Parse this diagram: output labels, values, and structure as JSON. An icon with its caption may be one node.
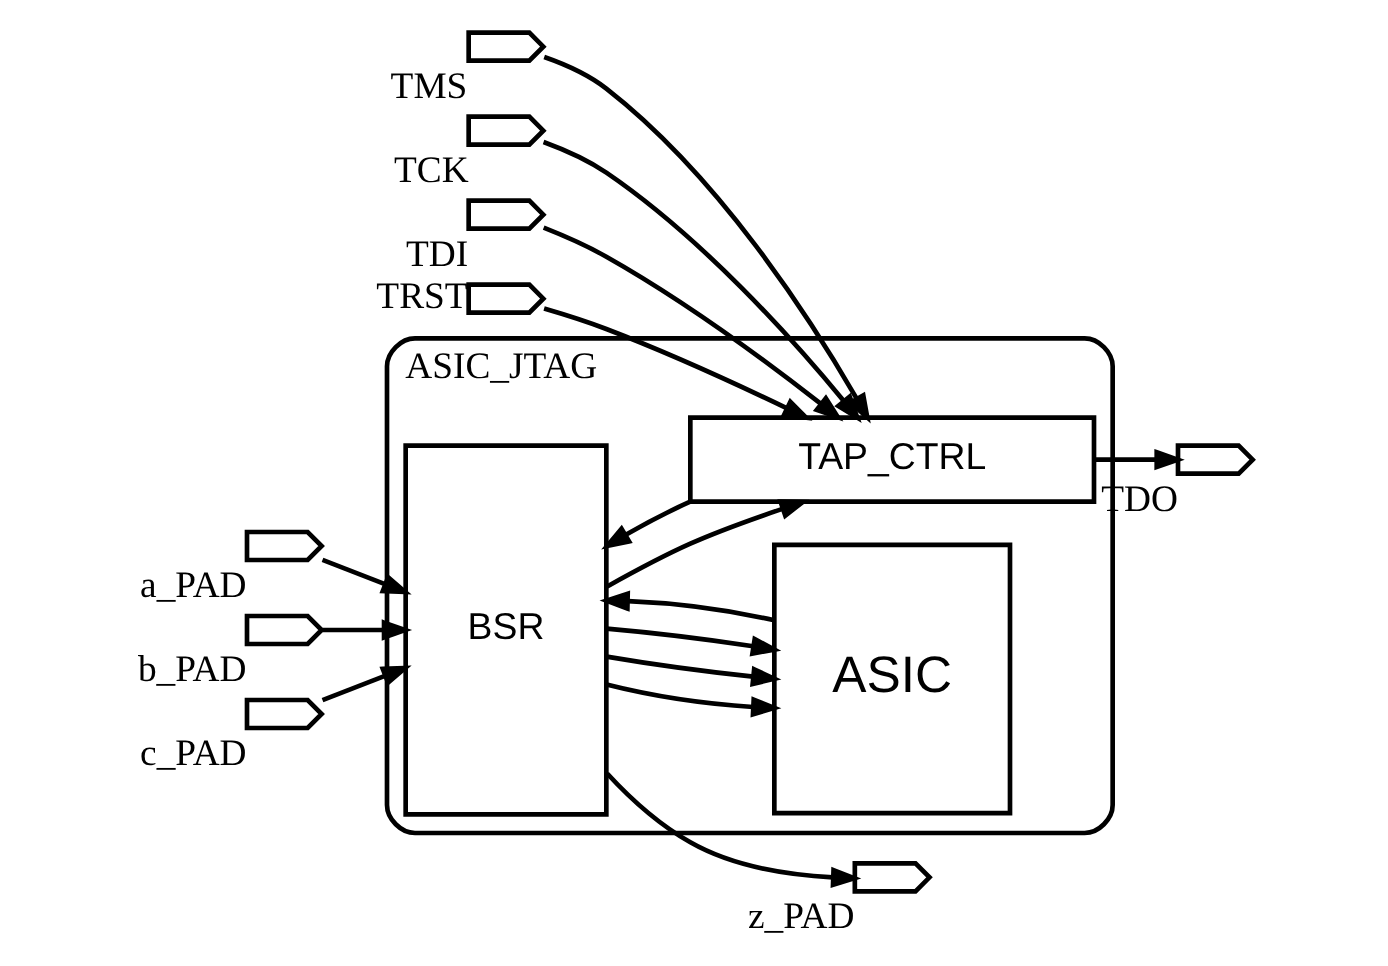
{
  "diagram": {
    "nodes": [
      {
        "text": [
          "ASIC_JTAG"
        ]
      },
      {
        "text": [
          "BSR"
        ],
        "in": 0
      },
      {
        "text": [
          "ASIC"
        ],
        "in": 0
      },
      {
        "text": [
          "TAP_CTRL"
        ],
        "in": 0
      },
      {
        "text": [],
        "shape": "pentagon",
        "beside": [
          "a_PAD"
        ]
      },
      {
        "text": [],
        "shape": "pentagon",
        "beside": [
          "b_PAD"
        ]
      },
      {
        "text": [],
        "shape": "pentagon",
        "beside": [
          "c_PAD"
        ]
      },
      {
        "text": [],
        "shape": "pentagon",
        "beside": [
          "z_PAD"
        ]
      },
      {
        "text": [],
        "shape": "pentagon",
        "beside": [
          "TMS"
        ]
      },
      {
        "text": [],
        "shape": "pentagon",
        "beside": [
          "TCK"
        ]
      },
      {
        "text": [],
        "shape": "pentagon",
        "beside": [
          "TDI"
        ]
      },
      {
        "text": [],
        "shape": "pentagon",
        "beside": [
          "TRST"
        ]
      },
      {
        "text": [],
        "shape": "pentagon",
        "beside": [
          "TDO"
        ]
      }
    ],
    "edges": [
      {
        "from": 4,
        "to": 1,
        "arrow": "to"
      },
      {
        "from": 5,
        "to": 1,
        "arrow": "to"
      },
      {
        "from": 6,
        "to": 1,
        "arrow": "to"
      },
      {
        "from": 1,
        "to": 2,
        "arrow": "to"
      },
      {
        "from": 1,
        "to": 2,
        "arrow": "to"
      },
      {
        "from": 1,
        "to": 2,
        "arrow": "to"
      },
      {
        "from": 2,
        "to": 1,
        "arrow": "to"
      },
      {
        "from": 1,
        "to": 7,
        "arrow": "to"
      },
      {
        "from": 3,
        "to": 1,
        "arrow": "to"
      },
      {
        "from": 1,
        "to": 3,
        "arrow": "to"
      },
      {
        "from": 8,
        "to": 3,
        "arrow": "to"
      },
      {
        "from": 9,
        "to": 3,
        "arrow": "to"
      },
      {
        "from": 10,
        "to": 3,
        "arrow": "to"
      },
      {
        "from": 11,
        "to": 3,
        "arrow": "to"
      },
      {
        "from": 3,
        "to": 12,
        "arrow": "to"
      }
    ]
  }
}
